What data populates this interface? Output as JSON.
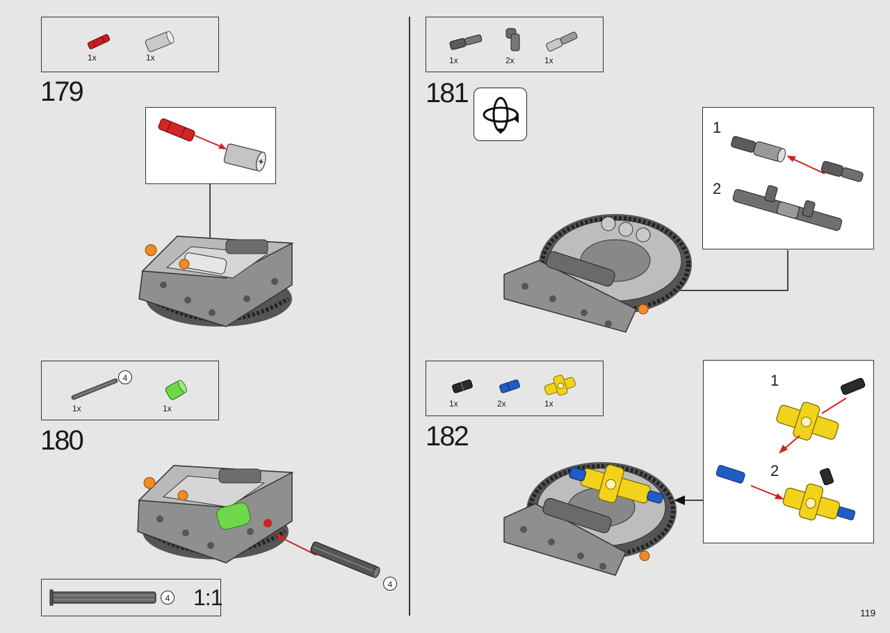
{
  "steps": [
    {
      "number": "179",
      "parts": [
        {
          "qty": "1x",
          "name": "red-axle-pin-icon"
        },
        {
          "qty": "1x",
          "name": "gray-axle-connector-icon"
        }
      ]
    },
    {
      "number": "180",
      "parts": [
        {
          "qty": "1x",
          "name": "dark-gray-axle-icon",
          "badge": "4"
        },
        {
          "qty": "1x",
          "name": "green-bushing-icon"
        }
      ]
    },
    {
      "number": "181",
      "parts": [
        {
          "qty": "1x",
          "name": "dark-gray-axle-pin-icon"
        },
        {
          "qty": "2x",
          "name": "axle-connector-angled-icon"
        },
        {
          "qty": "1x",
          "name": "light-gray-pin-axle-icon"
        }
      ]
    },
    {
      "number": "182",
      "parts": [
        {
          "qty": "1x",
          "name": "black-pin-icon"
        },
        {
          "qty": "2x",
          "name": "blue-axle-pin-icon"
        },
        {
          "qty": "1x",
          "name": "yellow-cross-connector-icon"
        }
      ]
    }
  ],
  "axle_ruler": {
    "badge": "4",
    "scale": "1:1"
  },
  "callout_181": {
    "sub1": "1",
    "sub2": "2"
  },
  "callout_182": {
    "sub1": "1",
    "sub2": "2"
  },
  "axle_badge_180": "4",
  "page_number": "119",
  "colors": {
    "arrow_red": "#d22020",
    "background": "#e6e6e6",
    "frame_gray": "#8a8a8a",
    "yellow": "#f2d21b",
    "blue": "#1f5cc4",
    "green": "#6fd84a",
    "orange": "#f08a24"
  }
}
